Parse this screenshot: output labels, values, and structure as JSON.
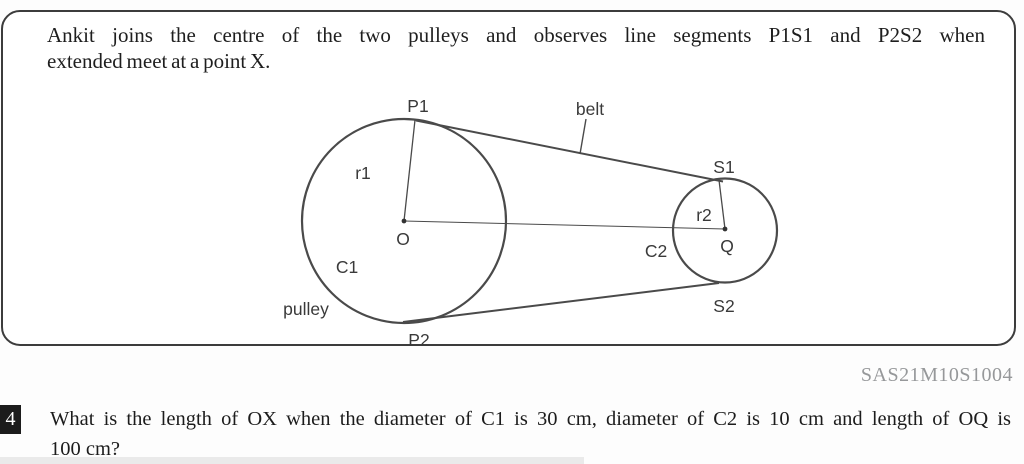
{
  "intro": {
    "line1": "Ankit joins the centre of the two pulleys and observes line segments P1S1 and P2S2 when",
    "line2": "extended meet at a point X."
  },
  "diagram": {
    "labels": {
      "p1": "P1",
      "belt": "belt",
      "s1": "S1",
      "r1": "r1",
      "r2": "r2",
      "o": "O",
      "q": "Q",
      "c1": "C1",
      "c2": "C2",
      "s2": "S2",
      "pulley": "pulley",
      "p2": "P2"
    },
    "line_color": "#4a4a4a",
    "label_color": "#3a3a3a"
  },
  "reference_code": "SAS21M10S1004",
  "question": {
    "number": "4",
    "line1": "What is the length of OX when the diameter of C1 is 30 cm, diameter of C2 is 10 cm and length of OQ is",
    "line2": "100 cm?"
  },
  "colors": {
    "card_border": "#3c3c3c",
    "body_text": "#1e1e1e",
    "code_gray": "#96989a",
    "number_box_bg": "#1c1c1c",
    "number_box_text": "#ffffff",
    "bottom_bar": "#eaeaea"
  }
}
